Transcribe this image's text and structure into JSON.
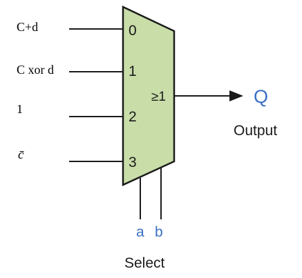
{
  "inputs": [
    {
      "label": "C+d",
      "pin": "0"
    },
    {
      "label": "C xor d",
      "pin": "1"
    },
    {
      "label": "1",
      "pin": "2"
    },
    {
      "label": "c̄",
      "pin": "3"
    }
  ],
  "mux": {
    "symbol": "≥1",
    "fill_color": "#c8dda8",
    "stroke_color": "#1a1a1a"
  },
  "output": {
    "signal": "Q",
    "label": "Output",
    "signal_color": "#3a6fc4"
  },
  "select": {
    "lines": [
      "a",
      "b"
    ],
    "label": "Select",
    "line_color": "#3a6fc4"
  }
}
